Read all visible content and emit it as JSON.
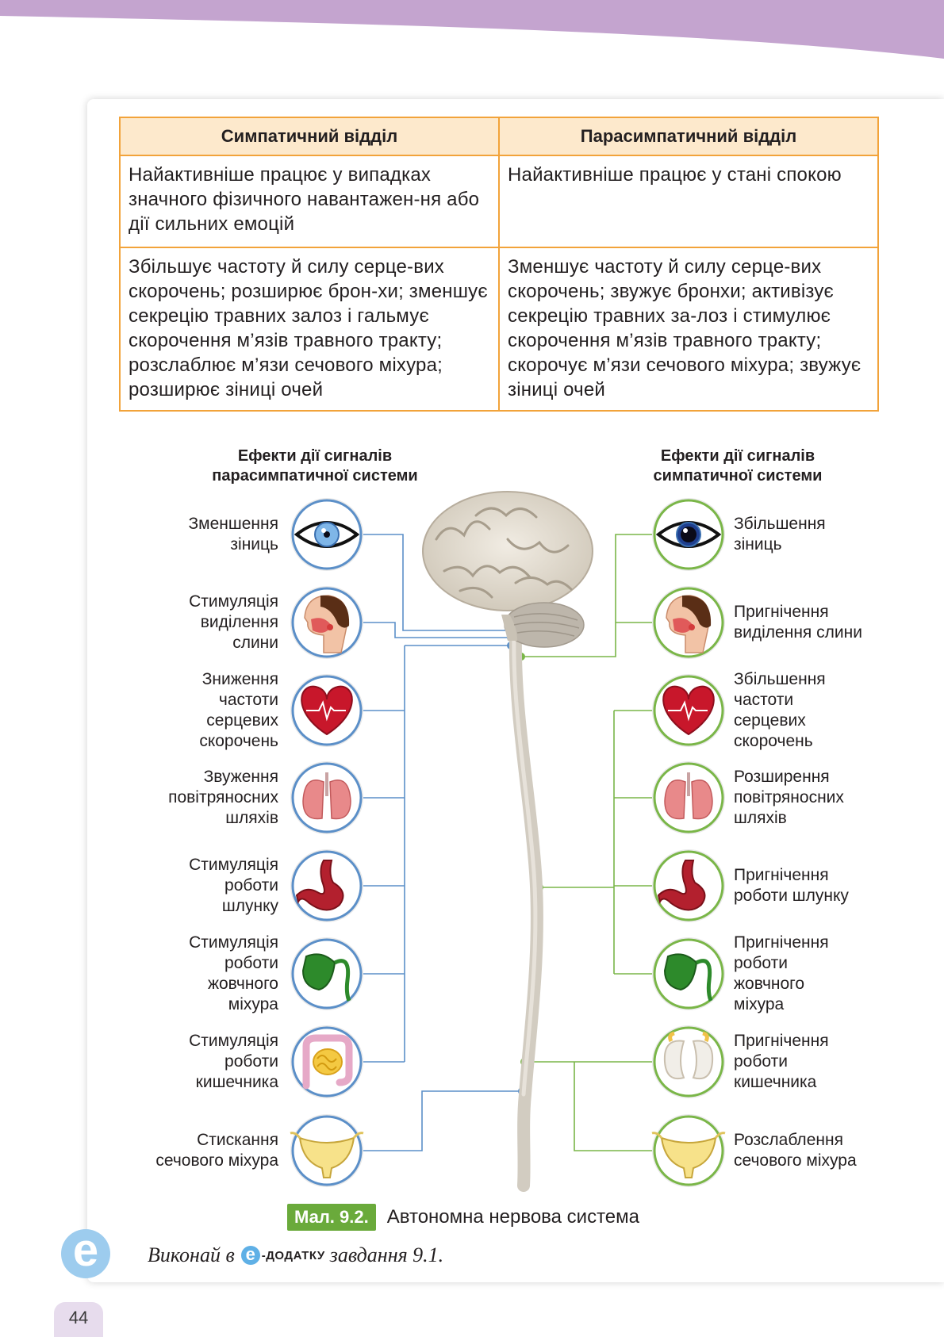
{
  "table": {
    "headers": [
      "Симпатичний відділ",
      "Парасимпатичний відділ"
    ],
    "rows": [
      [
        "Найактивніше працює у випадках значного фізичного навантажен-ня або дії сильних емоцій",
        "Найактивніше працює у стані спокою"
      ],
      [
        "Збільшує частоту й силу серце-вих скорочень; розширює брон-хи; зменшує секрецію травних залоз і гальмує скорочення м’язів травного тракту; розслаблює м’язи сечового міхура; розширює зіниці очей",
        "Зменшує частоту й силу серце-вих скорочень; звужує бронхи; активізує секрецію травних за-лоз і стимулює скорочення м’язів травного тракту; скорочує м’язи сечового міхура; звужує зіниці очей"
      ]
    ]
  },
  "diagram": {
    "left_title": [
      "Ефекти дії сигналів",
      "парасимпатичної системи"
    ],
    "right_title": [
      "Ефекти дії сигналів",
      "симпатичної системи"
    ],
    "left_effects": [
      {
        "icon": "eye-constricted-icon",
        "lines": [
          "Зменшення",
          "зіниць"
        ]
      },
      {
        "icon": "salivary-head-icon",
        "lines": [
          "Стимуляція",
          "виділення",
          "слини"
        ]
      },
      {
        "icon": "heart-icon",
        "lines": [
          "Зниження",
          "частоти",
          "серцевих",
          "скорочень"
        ]
      },
      {
        "icon": "lungs-icon",
        "lines": [
          "Звуження",
          "повітряносних",
          "шляхів"
        ]
      },
      {
        "icon": "stomach-icon",
        "lines": [
          "Стимуляція",
          "роботи",
          "шлунку"
        ]
      },
      {
        "icon": "gallbladder-icon",
        "lines": [
          "Стимуляція",
          "роботи",
          "жовчного",
          "міхура"
        ]
      },
      {
        "icon": "intestine-icon",
        "lines": [
          "Стимуляція",
          "роботи",
          "кишечника"
        ]
      },
      {
        "icon": "bladder-icon",
        "lines": [
          "Стискання",
          "сечового міхура"
        ]
      }
    ],
    "right_effects": [
      {
        "icon": "eye-dilated-icon",
        "lines": [
          "Збільшення",
          "зіниць"
        ]
      },
      {
        "icon": "salivary-head-icon",
        "lines": [
          "Пригнічення",
          "виділення слини"
        ]
      },
      {
        "icon": "heart-icon",
        "lines": [
          "Збільшення",
          "частоти",
          "серцевих",
          "скорочень"
        ]
      },
      {
        "icon": "lungs-icon",
        "lines": [
          "Розширення",
          "повітряносних",
          "шляхів"
        ]
      },
      {
        "icon": "stomach-icon",
        "lines": [
          "Пригнічення",
          "роботи шлунку"
        ]
      },
      {
        "icon": "gallbladder-icon",
        "lines": [
          "Пригнічення",
          "роботи",
          "жовчного",
          "міхура"
        ]
      },
      {
        "icon": "kidneys-icon",
        "lines": [
          "Пригнічення",
          "роботи",
          "кишечника"
        ]
      },
      {
        "icon": "bladder-icon",
        "lines": [
          "Розслаблення",
          "сечового міхура"
        ]
      }
    ],
    "colors": {
      "parasympathetic": "#5b8fc8",
      "sympathetic": "#7ab648"
    }
  },
  "caption": {
    "badge": "Мал. 9.2.",
    "text": "Автономна нервова система"
  },
  "task": {
    "before": "Виконай в",
    "addon": "-ДОДАТКУ",
    "after": "завдання 9.1."
  },
  "e_logo": "e",
  "page_number": "44"
}
